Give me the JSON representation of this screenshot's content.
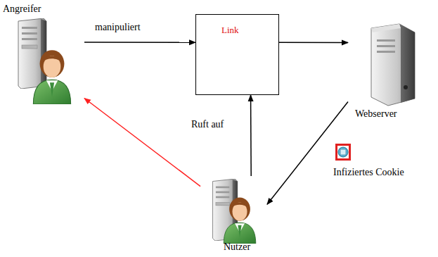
{
  "diagram": {
    "nodes": [
      {
        "text": [
          "Angreifer"
        ]
      },
      {
        "text": [
          "Link"
        ]
      },
      {
        "text": [
          "Webserver"
        ]
      },
      {
        "text": [
          "Nutzer"
        ]
      }
    ],
    "edges": [
      {
        "from": 0,
        "to": 1,
        "label": "manipuliert",
        "arrow": "to"
      },
      {
        "from": 1,
        "to": 2,
        "arrow": "to"
      },
      {
        "from": 2,
        "to": 3,
        "arrow": "to"
      },
      {
        "from": 3,
        "to": 1,
        "label": "Ruft auf",
        "arrow": "to"
      },
      {
        "from": 3,
        "to": 0,
        "arrow": "to"
      }
    ],
    "labels": [
      "Infiziertes Cookie"
    ]
  }
}
